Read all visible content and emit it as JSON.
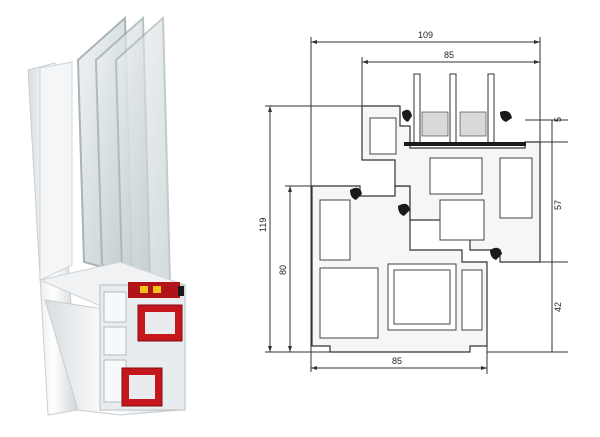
{
  "dimensions": {
    "overall_width": "109",
    "inner_width_top": "85",
    "inner_width_bottom": "85",
    "overall_height": "119",
    "sash_height": "80",
    "right_gap": "5",
    "right_mid": "57",
    "right_bottom": "42"
  },
  "colors": {
    "profile_fill": "#ececec",
    "profile_shadow": "#cfd3d6",
    "reinforcement": "#c4161c",
    "glass": "#c7d3d6",
    "gasket": "#1a1a1a",
    "line": "#333333"
  }
}
